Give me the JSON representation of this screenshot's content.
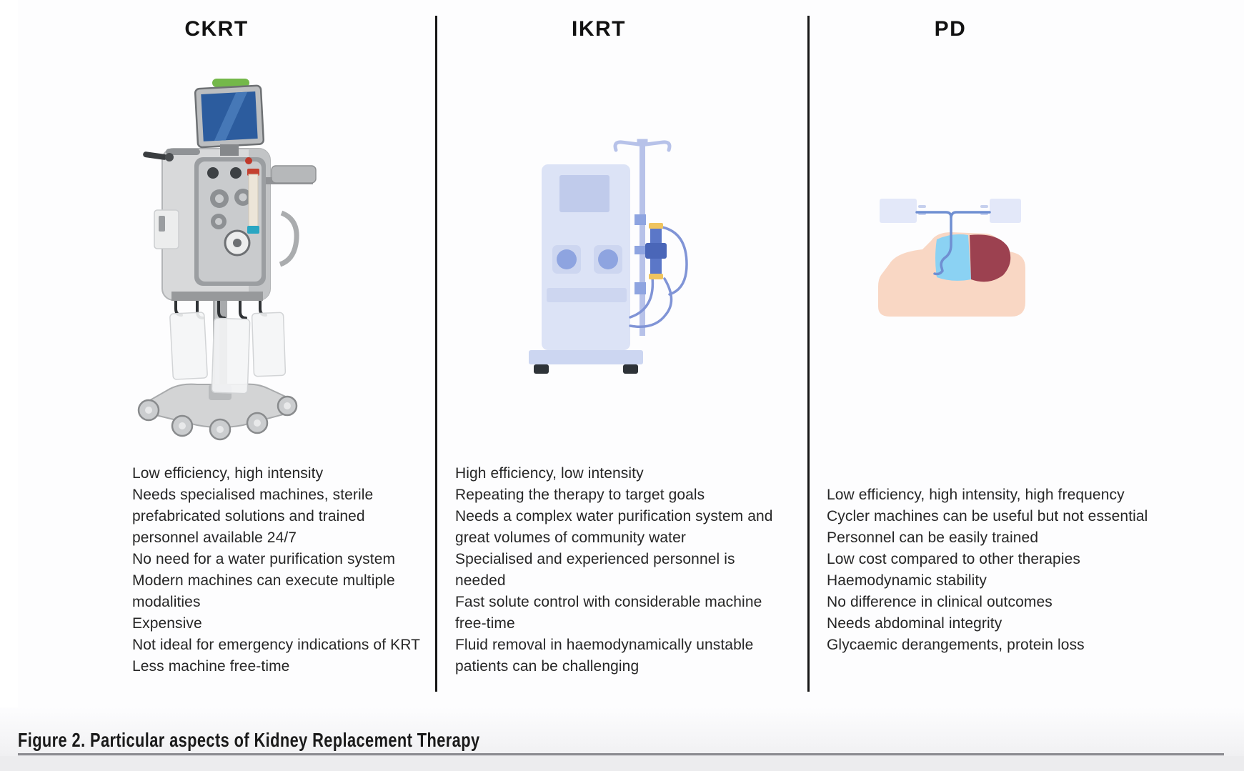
{
  "figure": {
    "caption": "Figure 2. Particular aspects of Kidney Replacement Therapy",
    "columns": [
      {
        "title": "CKRT",
        "illustration": "crrt-machine",
        "lines": [
          "Low efficiency, high intensity",
          "Needs specialised machines, sterile",
          "prefabricated solutions and trained",
          "personnel available 24/7",
          "No need for a water purification system",
          "Modern machines can execute multiple",
          "modalities",
          "Expensive",
          "Not ideal for emergency indications of KRT",
          "Less machine free-time"
        ]
      },
      {
        "title": "IKRT",
        "illustration": "haemodialysis-machine",
        "lines": [
          "High efficiency, low intensity",
          "Repeating the therapy to target goals",
          "Needs a complex water purification system and",
          "great volumes of community water",
          "Specialised and experienced personnel is",
          "needed",
          "Fast solute control with considerable machine",
          "free-time",
          "Fluid removal in haemodynamically unstable",
          "patients can be challenging"
        ]
      },
      {
        "title": "PD",
        "illustration": "peritoneal-dialysis-abdomen",
        "lines": [
          "Low efficiency, high intensity, high frequency",
          "Cycler machines can be useful but not essential",
          "Personnel can be easily trained",
          "Low cost compared to other therapies",
          "Haemodynamic stability",
          "No difference in clinical outcomes",
          "Needs abdominal integrity",
          "Glycaemic derangements, protein loss"
        ]
      }
    ]
  },
  "colors": {
    "divider": "#161616",
    "body_text": "#262626",
    "heading_text": "#121212",
    "caption_rule": "#8d8d92",
    "crrt_screen_blue": "#2c5c9e",
    "crrt_green_handle": "#74b84a",
    "crrt_dialyzer_red_cap": "#c4402f",
    "crrt_dialyzer_blue_cap": "#2aa6c2",
    "hd_machine_body": "#dce3f6",
    "hd_machine_accent": "#8ea4e0",
    "hd_dialyzer_blue": "#5b77c8",
    "hd_dialyzer_yellow_caps": "#efc45f",
    "hd_feet_dark": "#2e3338",
    "pd_skin": "#f9d7c4",
    "pd_dialysate_blue": "#8bd2f3",
    "pd_organ_red": "#9c4150",
    "pd_bag_lavender": "#e3e8f9",
    "pd_tube_blue": "#6f8fd2"
  }
}
